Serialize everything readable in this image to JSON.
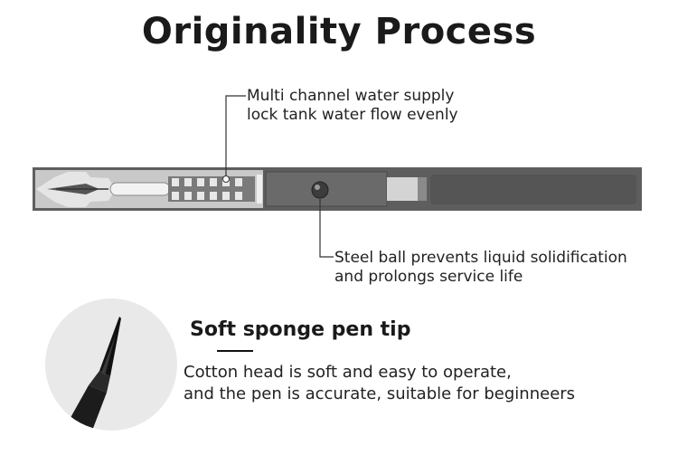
{
  "title": "Originality Process",
  "callouts": {
    "water_supply": {
      "line1": "Multi channel water supply",
      "line2": "lock tank water flow evenly"
    },
    "steel_ball": {
      "line1": "Steel ball prevents liquid solidification",
      "line2": "and prolongs service life"
    }
  },
  "sponge_tip": {
    "heading": "Soft sponge pen tip",
    "line1": "Cotton head is soft and easy to operate,",
    "line2": "and the pen is accurate, suitable for beginneers"
  },
  "colors": {
    "pen_body": "#5e5e5e",
    "pen_dark": "#3f3f3f",
    "pen_light": "#d8d8d8",
    "circle_bg": "#e9e9e9"
  }
}
